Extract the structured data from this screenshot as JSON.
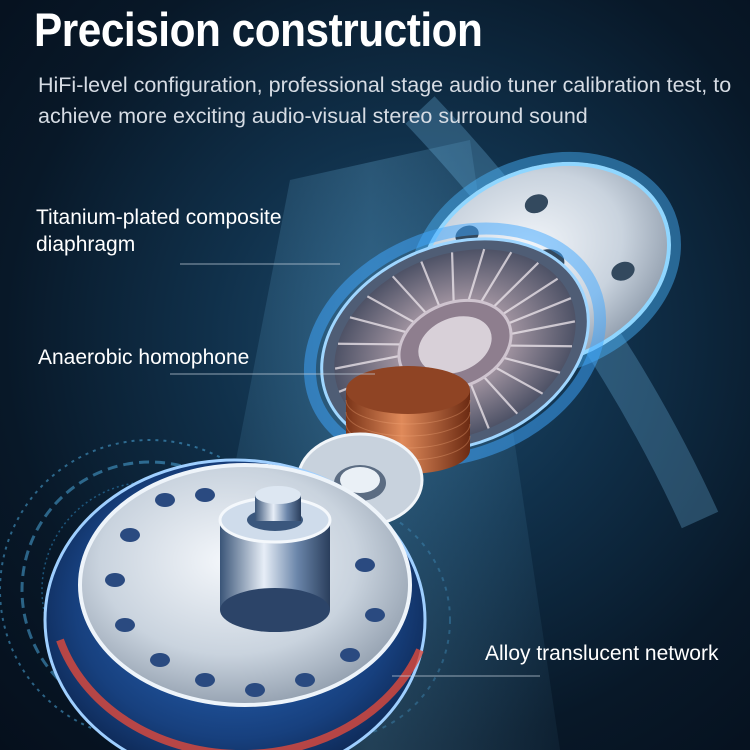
{
  "header": {
    "title": "Precision construction",
    "subtitle": "HiFi-level configuration, professional stage audio tuner calibration test, to achieve more exciting audio-visual stereo surround sound"
  },
  "labels": {
    "diaphragm": "Titanium-plated composite diaphragm",
    "homophone": "Anaerobic homophone",
    "network": "Alloy translucent network"
  },
  "colors": {
    "background": "#0a1a2c",
    "glow": "#3fa8ff",
    "copper": "#c0643a",
    "text": "#ffffff"
  }
}
